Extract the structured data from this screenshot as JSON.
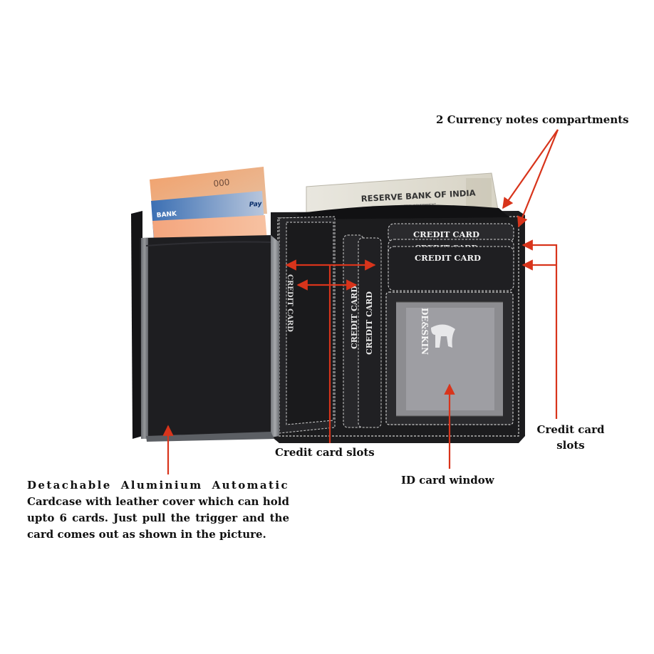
{
  "labels": {
    "currency_compartments": "2 Currency notes compartments",
    "credit_card_slots_right_line1": "Credit card",
    "credit_card_slots_right_line2": "slots",
    "credit_card_slots_center": "Credit card slots",
    "id_card_window": "ID card window",
    "cardcase_line1": "Detachable Aluminium Automatic",
    "cardcase_rest": "Cardcase with leather cover which can hold upto 6 cards. Just pull the trigger and the card comes out as shown in the picture."
  },
  "wallet_text": {
    "banknote": "RESERVE BANK OF INDIA",
    "banknote_sub": "GUARANTEED BY THE CENTRAL GOVERNMENT",
    "slot_label_1": "CREDIT CARD",
    "slot_label_2": "CREDIT CARD",
    "slot_label_3": "CREDIT CARD",
    "vertical_slot_1": "CREDIT CARD",
    "vertical_slot_2": "CREDIT CARD",
    "vertical_slot_3": "CREDIT CARD",
    "brand": "DE&SKIN",
    "card_bank": "BANK",
    "card_pay": "Pay",
    "card_number_fragment": "000"
  },
  "colors": {
    "background": "#ffffff",
    "leather": "#1c1c1e",
    "stitch": "#cfcfcf",
    "arrow": "#d8341b",
    "label_text": "#111111"
  }
}
